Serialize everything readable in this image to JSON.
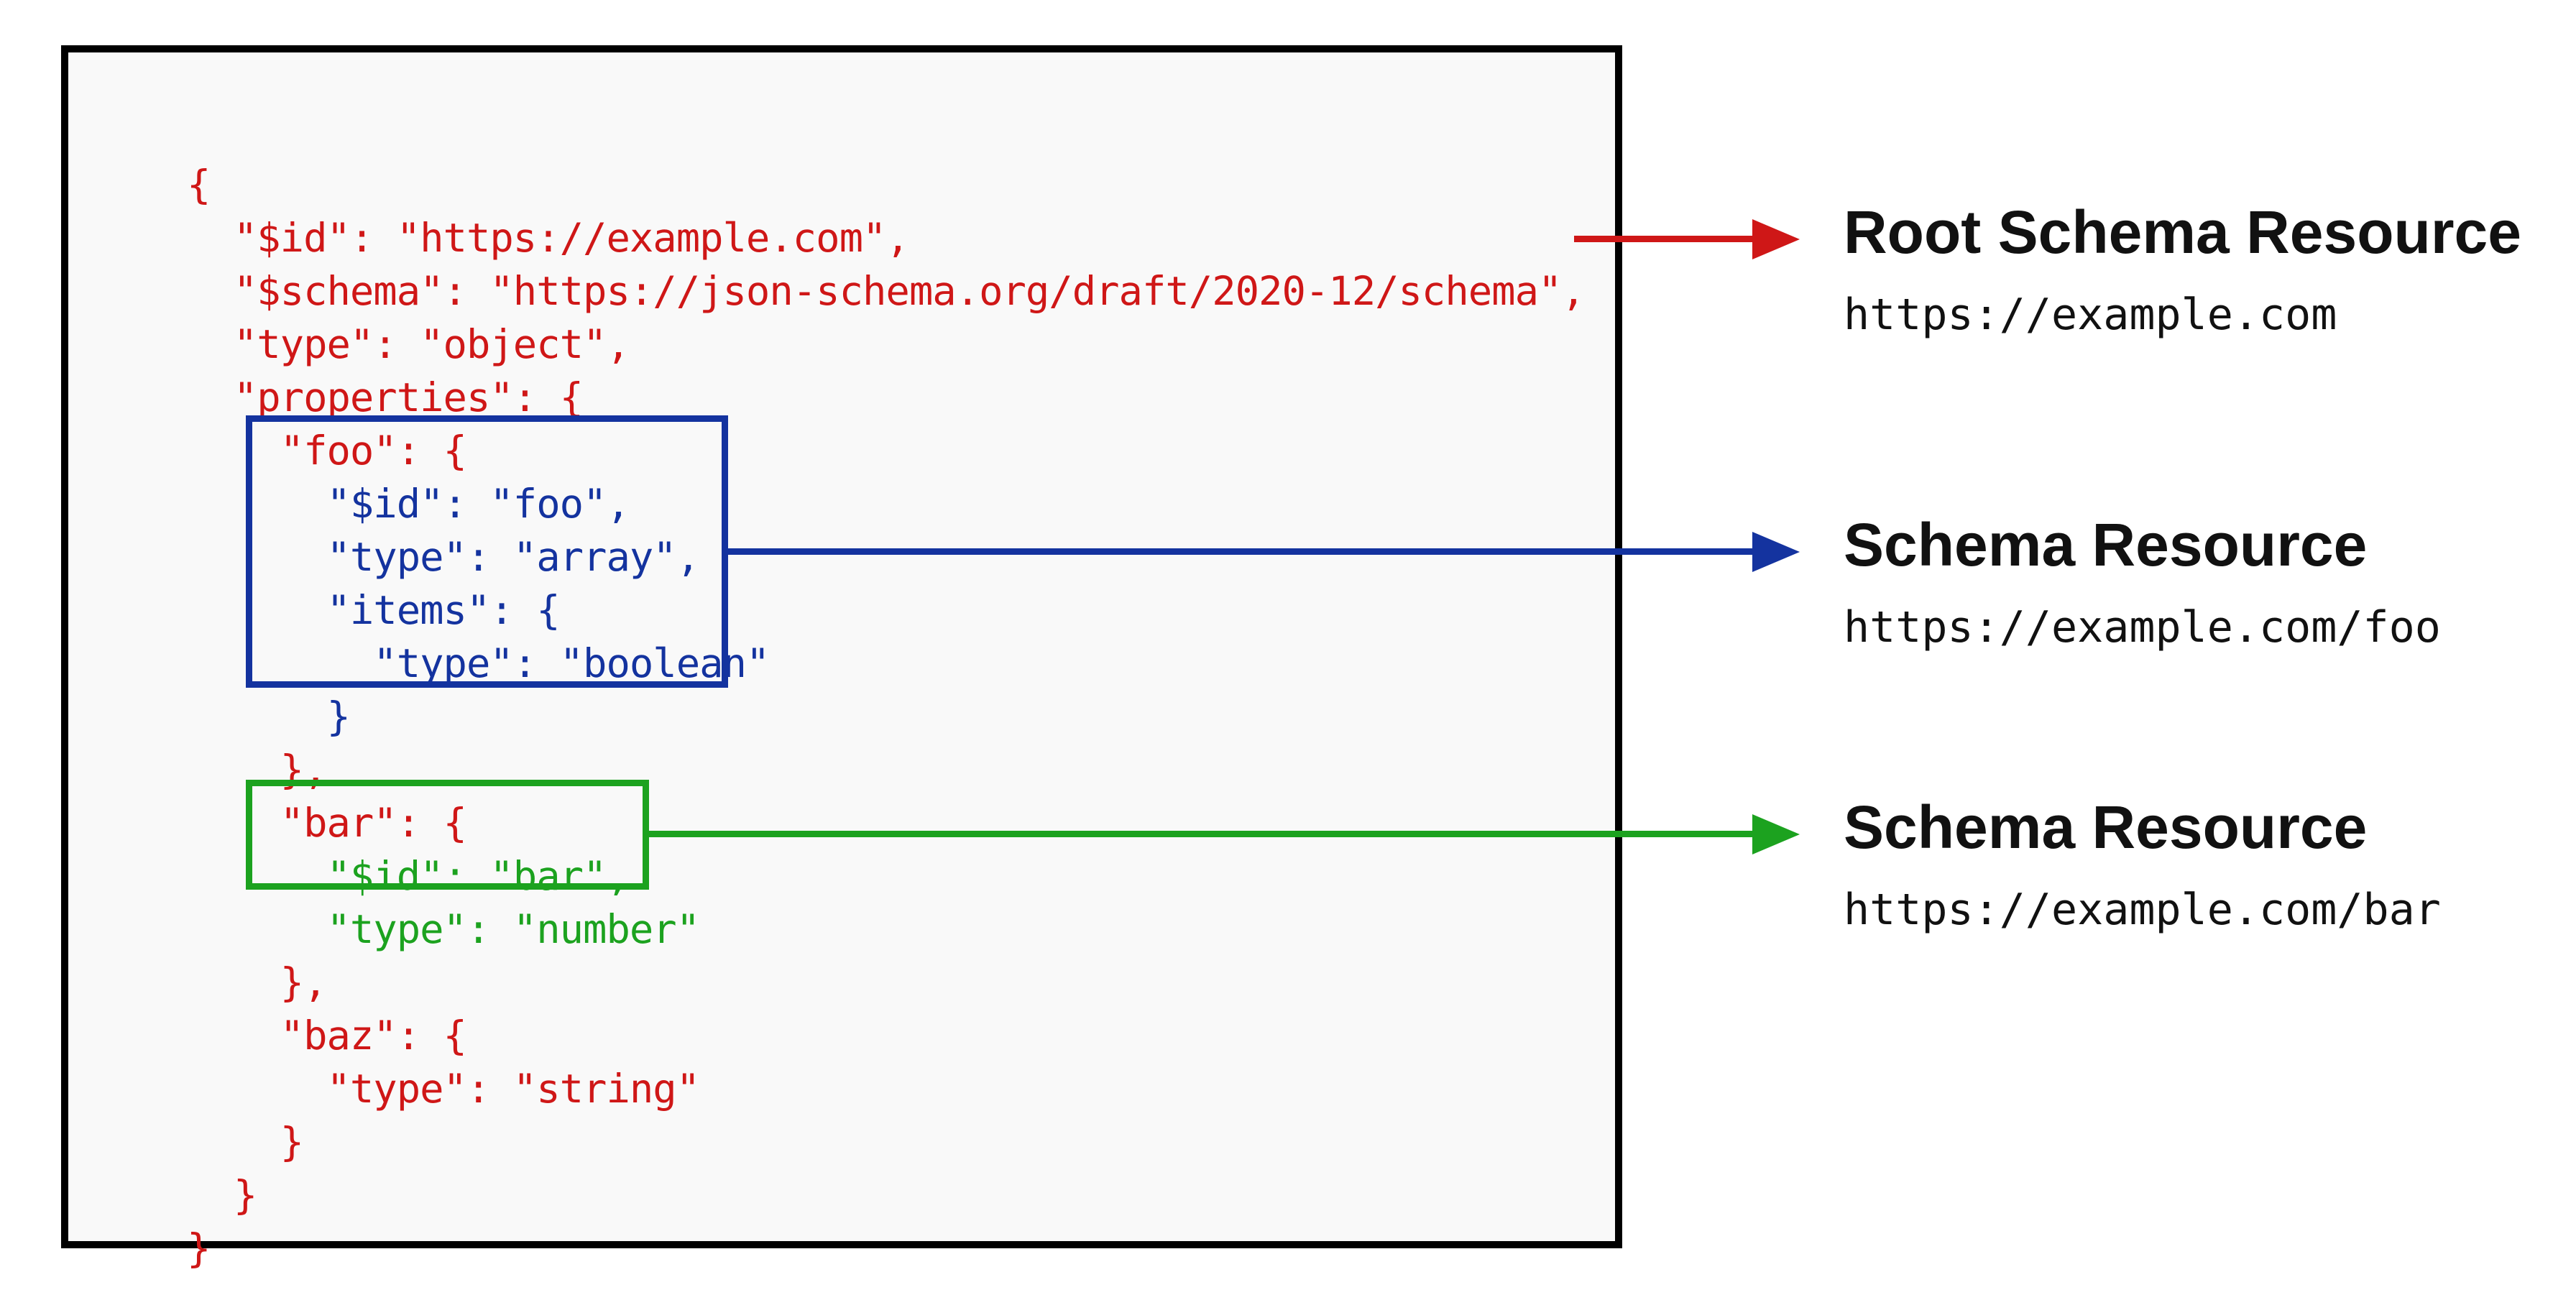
{
  "colors": {
    "red": "#cf1717",
    "blue": "#14339f",
    "green": "#1ca21f",
    "border": "#000000",
    "code_background": "#f9f9f9"
  },
  "code": {
    "language": "json",
    "lines": [
      {
        "text": "{",
        "color": "red"
      },
      {
        "text": "  \"$id\": \"https://example.com\",",
        "color": "red"
      },
      {
        "text": "  \"$schema\": \"https://json-schema.org/draft/2020-12/schema\",",
        "color": "red"
      },
      {
        "text": "  \"type\": \"object\",",
        "color": "red"
      },
      {
        "text": "  \"properties\": {",
        "color": "red"
      },
      {
        "text": "    \"foo\": {",
        "color": "red"
      },
      {
        "text": "      \"$id\": \"foo\",",
        "color": "blue"
      },
      {
        "text": "      \"type\": \"array\",",
        "color": "blue"
      },
      {
        "text": "      \"items\": {",
        "color": "blue"
      },
      {
        "text": "        \"type\": \"boolean\"",
        "color": "blue"
      },
      {
        "text": "      }",
        "color": "blue"
      },
      {
        "text": "    },",
        "color": "red"
      },
      {
        "text": "    \"bar\": {",
        "color": "red"
      },
      {
        "text": "      \"$id\": \"bar\",",
        "color": "green"
      },
      {
        "text": "      \"type\": \"number\"",
        "color": "green"
      },
      {
        "text": "    },",
        "color": "red"
      },
      {
        "text": "    \"baz\": {",
        "color": "red"
      },
      {
        "text": "      \"type\": \"string\"",
        "color": "red"
      },
      {
        "text": "    }",
        "color": "red"
      },
      {
        "text": "  }",
        "color": "red"
      },
      {
        "text": "}",
        "color": "red"
      }
    ]
  },
  "highlight_boxes": [
    {
      "name": "foo-schema-resource-box",
      "color": "blue"
    },
    {
      "name": "bar-schema-resource-box",
      "color": "green"
    }
  ],
  "annotations": [
    {
      "title": "Root Schema Resource",
      "url": "https://example.com",
      "color": "red"
    },
    {
      "title": "Schema Resource",
      "url": "https://example.com/foo",
      "color": "blue"
    },
    {
      "title": "Schema Resource",
      "url": "https://example.com/bar",
      "color": "green"
    }
  ]
}
